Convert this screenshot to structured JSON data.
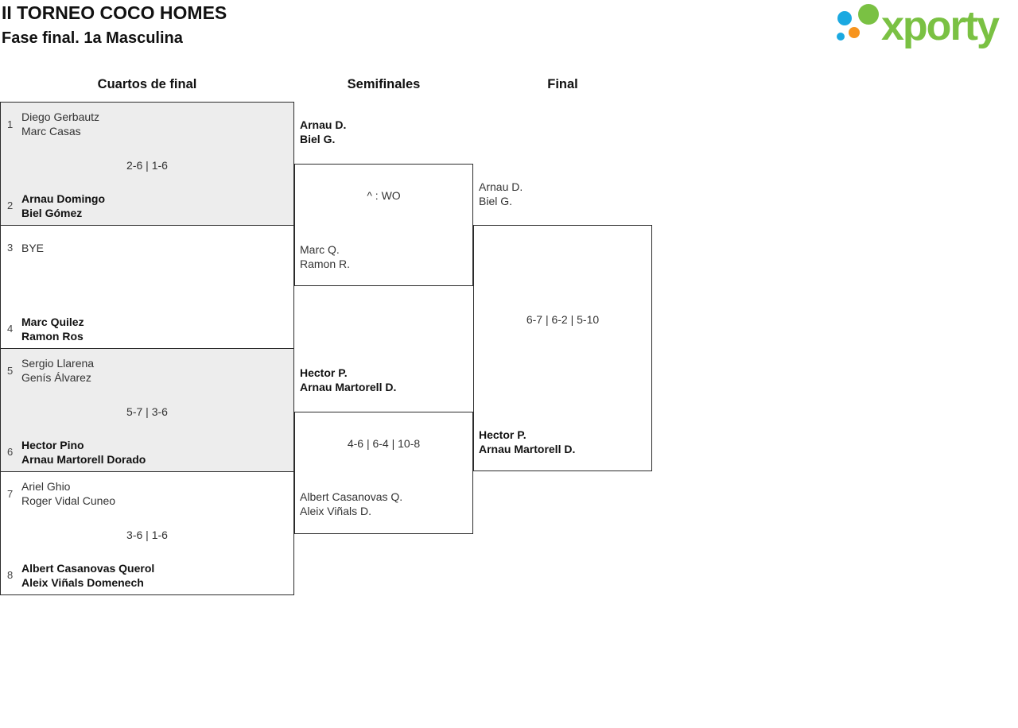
{
  "header": {
    "title": "II TORNEO COCO HOMES",
    "subtitle": "Fase final. 1a Masculina"
  },
  "logo": {
    "text": "xporty"
  },
  "round_headers": {
    "quarterfinals": "Cuartos de final",
    "semifinals": "Semifinales",
    "final": "Final"
  },
  "colors": {
    "logo_green": "#7AC143",
    "logo_blue": "#1BA9E1",
    "logo_orange": "#F7941E",
    "shaded_match_bg": "#EDEDED",
    "bracket_line": "#2B2B2B"
  },
  "quarterfinals": [
    {
      "seed_top": "1",
      "team_top": [
        "Diego Gerbautz",
        "Marc Casas"
      ],
      "score": "2-6 | 1-6",
      "seed_bottom": "2",
      "team_bottom": [
        "Arnau Domingo",
        "Biel Gómez"
      ],
      "winner": "bottom"
    },
    {
      "seed_top": "3",
      "team_top": [
        "BYE",
        ""
      ],
      "score": "",
      "seed_bottom": "4",
      "team_bottom": [
        "Marc Quilez",
        "Ramon Ros"
      ],
      "winner": "bottom"
    },
    {
      "seed_top": "5",
      "team_top": [
        "Sergio Llarena",
        "Genís Álvarez"
      ],
      "score": "5-7 | 3-6",
      "seed_bottom": "6",
      "team_bottom": [
        "Hector Pino",
        "Arnau Martorell Dorado"
      ],
      "winner": "bottom"
    },
    {
      "seed_top": "7",
      "team_top": [
        "Ariel Ghio",
        "Roger Vidal Cuneo"
      ],
      "score": "3-6 | 1-6",
      "seed_bottom": "8",
      "team_bottom": [
        "Albert Casanovas Querol",
        "Aleix Viñals Domenech"
      ],
      "winner": "bottom"
    }
  ],
  "semifinals": [
    {
      "team_top": [
        "Arnau D.",
        "Biel G."
      ],
      "score": "^ : WO",
      "team_bottom": [
        "Marc Q.",
        "Ramon R."
      ],
      "winner": "top"
    },
    {
      "team_top": [
        "Hector P.",
        "Arnau Martorell D."
      ],
      "score": "4-6 | 6-4 | 10-8",
      "team_bottom": [
        "Albert Casanovas Q.",
        "Aleix Viñals D."
      ],
      "winner": "top"
    }
  ],
  "final": {
    "team_top": [
      "Arnau D.",
      "Biel G."
    ],
    "score": "6-7 | 6-2 | 5-10",
    "team_bottom": [
      "Hector P.",
      "Arnau Martorell D."
    ],
    "winner": "bottom"
  }
}
